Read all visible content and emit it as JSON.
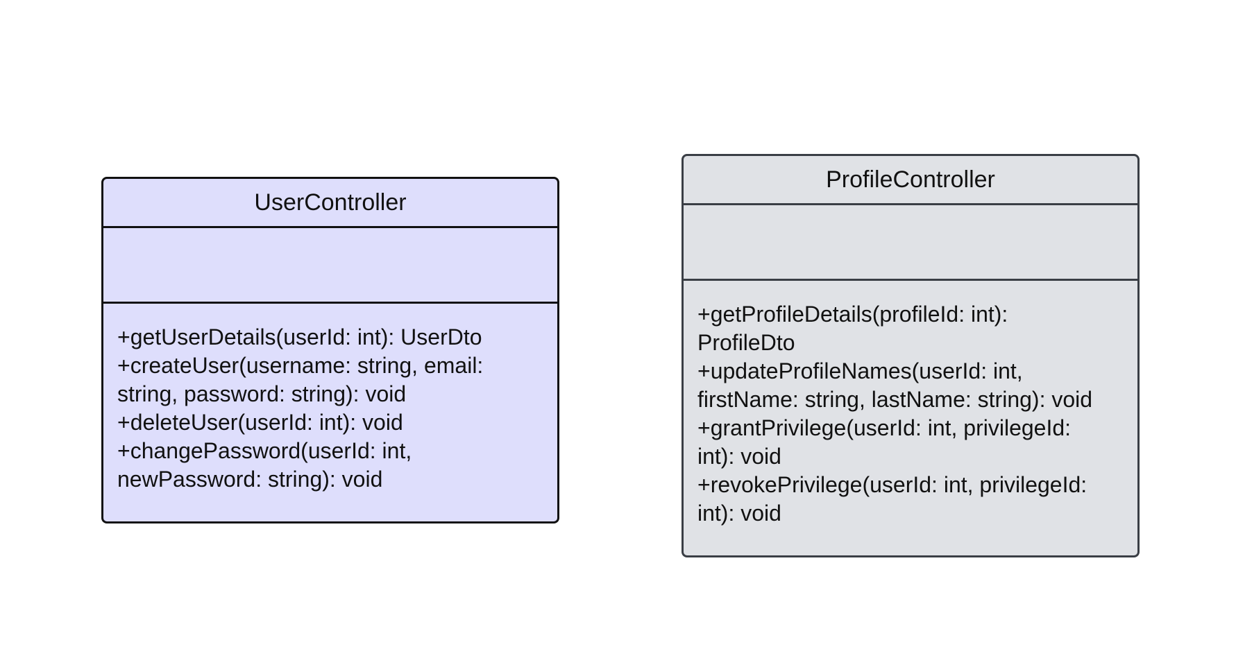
{
  "classes": {
    "user": {
      "name": "UserController",
      "fill": "#dedefc",
      "method_lines": [
        "+getUserDetails(userId: int): UserDto",
        "+createUser(username: string, email:",
        "string, password: string): void",
        "+deleteUser(userId: int): void",
        "+changePassword(userId: int,",
        "newPassword: string): void"
      ]
    },
    "profile": {
      "name": "ProfileController",
      "fill": "#e0e2e6",
      "method_lines": [
        "+getProfileDetails(profileId: int):",
        "ProfileDto",
        "+updateProfileNames(userId: int,",
        "firstName: string, lastName: string): void",
        "+grantPrivilege(userId: int, privilegeId:",
        "int): void",
        "+revokePrivilege(userId: int, privilegeId:",
        "int): void"
      ]
    }
  }
}
